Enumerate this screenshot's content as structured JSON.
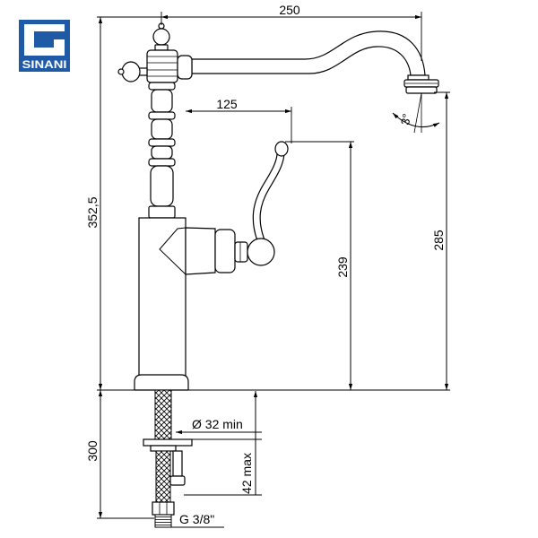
{
  "logo": {
    "text": "SINANI",
    "background_color": "#1f5aa7",
    "foreground_color": "#ffffff"
  },
  "dimensions": {
    "overall_reach": "250",
    "lever_reach": "125",
    "total_height": "352,5",
    "spout_height": "285",
    "lever_height": "239",
    "spout_angle": "3°",
    "under_counter_length": "300",
    "hole_diameter": "Ø 32 min",
    "counter_thickness": "42 max",
    "connection_thread": "G 3/8\""
  },
  "colors": {
    "line": "#000000",
    "background": "#ffffff"
  }
}
